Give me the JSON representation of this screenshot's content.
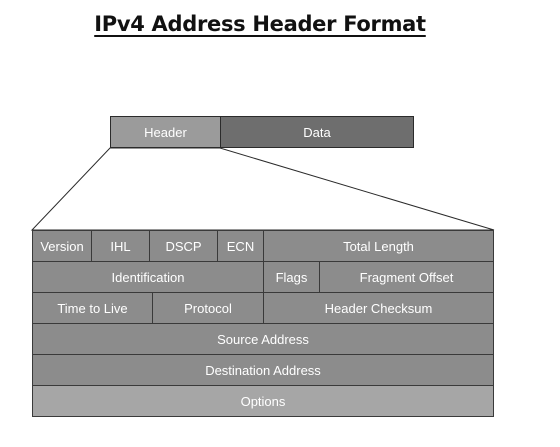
{
  "title": "IPv4 Address Header Format",
  "packet": {
    "header": "Header",
    "data": "Data"
  },
  "rows": [
    [
      "Version",
      "IHL",
      "DSCP",
      "ECN",
      "Total Length"
    ],
    [
      "Identification",
      "Flags",
      "Fragment Offset"
    ],
    [
      "Time to Live",
      "Protocol",
      "Header Checksum"
    ],
    [
      "Source Address"
    ],
    [
      "Destination Address"
    ],
    [
      "Options"
    ]
  ],
  "colors": {
    "header_box": "#9b9b9b",
    "data_box": "#6e6e6e",
    "field": "#8c8c8c",
    "options": "#a6a6a6"
  }
}
